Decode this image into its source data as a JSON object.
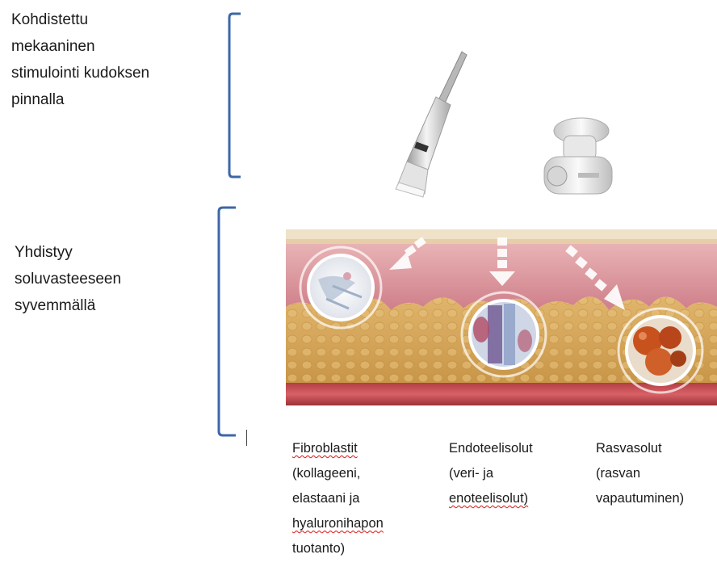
{
  "top_text": [
    "Kohdistettu",
    "mekaaninen",
    "stimulointi kudoksen",
    "pinnalla"
  ],
  "middle_text": [
    "Yhdistyy",
    "soluvasteeseen",
    "syvemmällä"
  ],
  "cell_labels": [
    {
      "lines": [
        "Fibroblastit",
        "(kollageeni,",
        "elastaani ja",
        "hyaluronihapon",
        "tuotanto)"
      ]
    },
    {
      "lines": [
        "Endoteelisolut",
        "(veri- ja",
        "enoteelisolut)"
      ]
    },
    {
      "lines": [
        "Rasvasolut",
        "(rasvan",
        "vapautuminen)"
      ]
    }
  ],
  "colors": {
    "bracket": "#3d67a8",
    "dermis": "#d98f97",
    "fat": "#d4a55c",
    "vessel": "#c04a4f"
  },
  "icons": [
    "handpiece-device-icon",
    "roller-device-icon",
    "fibroblast-cell-icon",
    "endothelial-cell-icon",
    "fat-cell-icon"
  ]
}
